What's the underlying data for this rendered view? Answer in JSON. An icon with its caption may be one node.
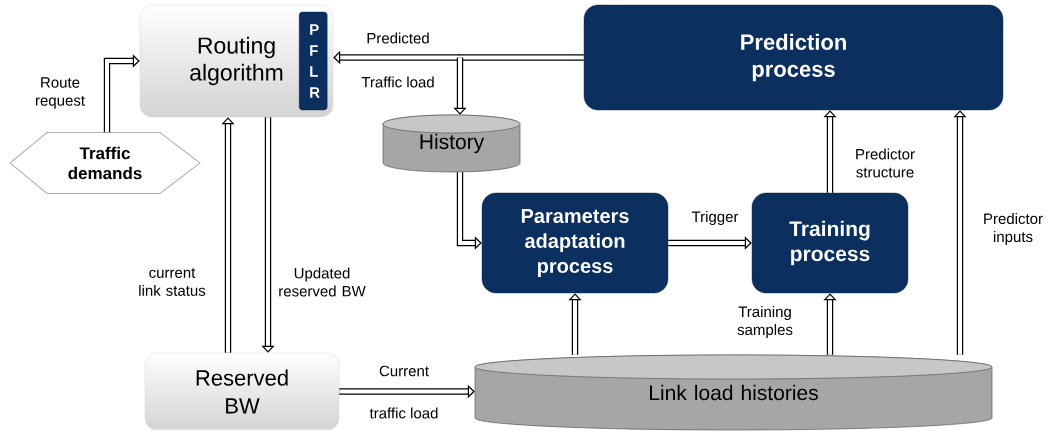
{
  "diagram": {
    "nodes": [
      {
        "text": [
          "Routing algorithm"
        ]
      },
      {
        "text": [
          "P F L R"
        ],
        "in": 0
      },
      {
        "text": [
          "Traffic demands"
        ]
      },
      {
        "text": [
          "Prediction process"
        ]
      },
      {
        "text": [
          "History"
        ]
      },
      {
        "text": [
          "Parameters adaptation process"
        ]
      },
      {
        "text": [
          "Training process"
        ]
      },
      {
        "text": [
          "Reserved BW"
        ]
      },
      {
        "text": [
          "Link load histories"
        ]
      }
    ],
    "edges": [
      {
        "from": 2,
        "to": 0,
        "arrow": "to",
        "label": "Route request"
      },
      {
        "from": 3,
        "to": 0,
        "arrow": "to",
        "label": "Predicted"
      },
      {
        "from": 3,
        "to": 4,
        "arrow": "to"
      },
      {
        "from": 4,
        "to": 5,
        "arrow": "to"
      },
      {
        "from": 5,
        "to": 6,
        "arrow": "to",
        "label": "Trigger"
      },
      {
        "from": 6,
        "to": 3,
        "arrow": "to",
        "label": "Predictor structure"
      },
      {
        "from": 8,
        "to": 3,
        "arrow": "to",
        "label": "Predictor inputs"
      },
      {
        "from": 8,
        "to": 5,
        "arrow": "to"
      },
      {
        "from": 8,
        "to": 6,
        "arrow": "to",
        "label": "Training samples"
      },
      {
        "from": 7,
        "to": 0,
        "arrow": "to",
        "label": "current link status"
      },
      {
        "from": 0,
        "to": 7,
        "arrow": "to",
        "label": "Updated reserved BW"
      },
      {
        "from": 7,
        "to": 8,
        "arrow": "to",
        "label": "Current"
      }
    ],
    "labels": [
      "Traffic load",
      "traffic load"
    ]
  }
}
